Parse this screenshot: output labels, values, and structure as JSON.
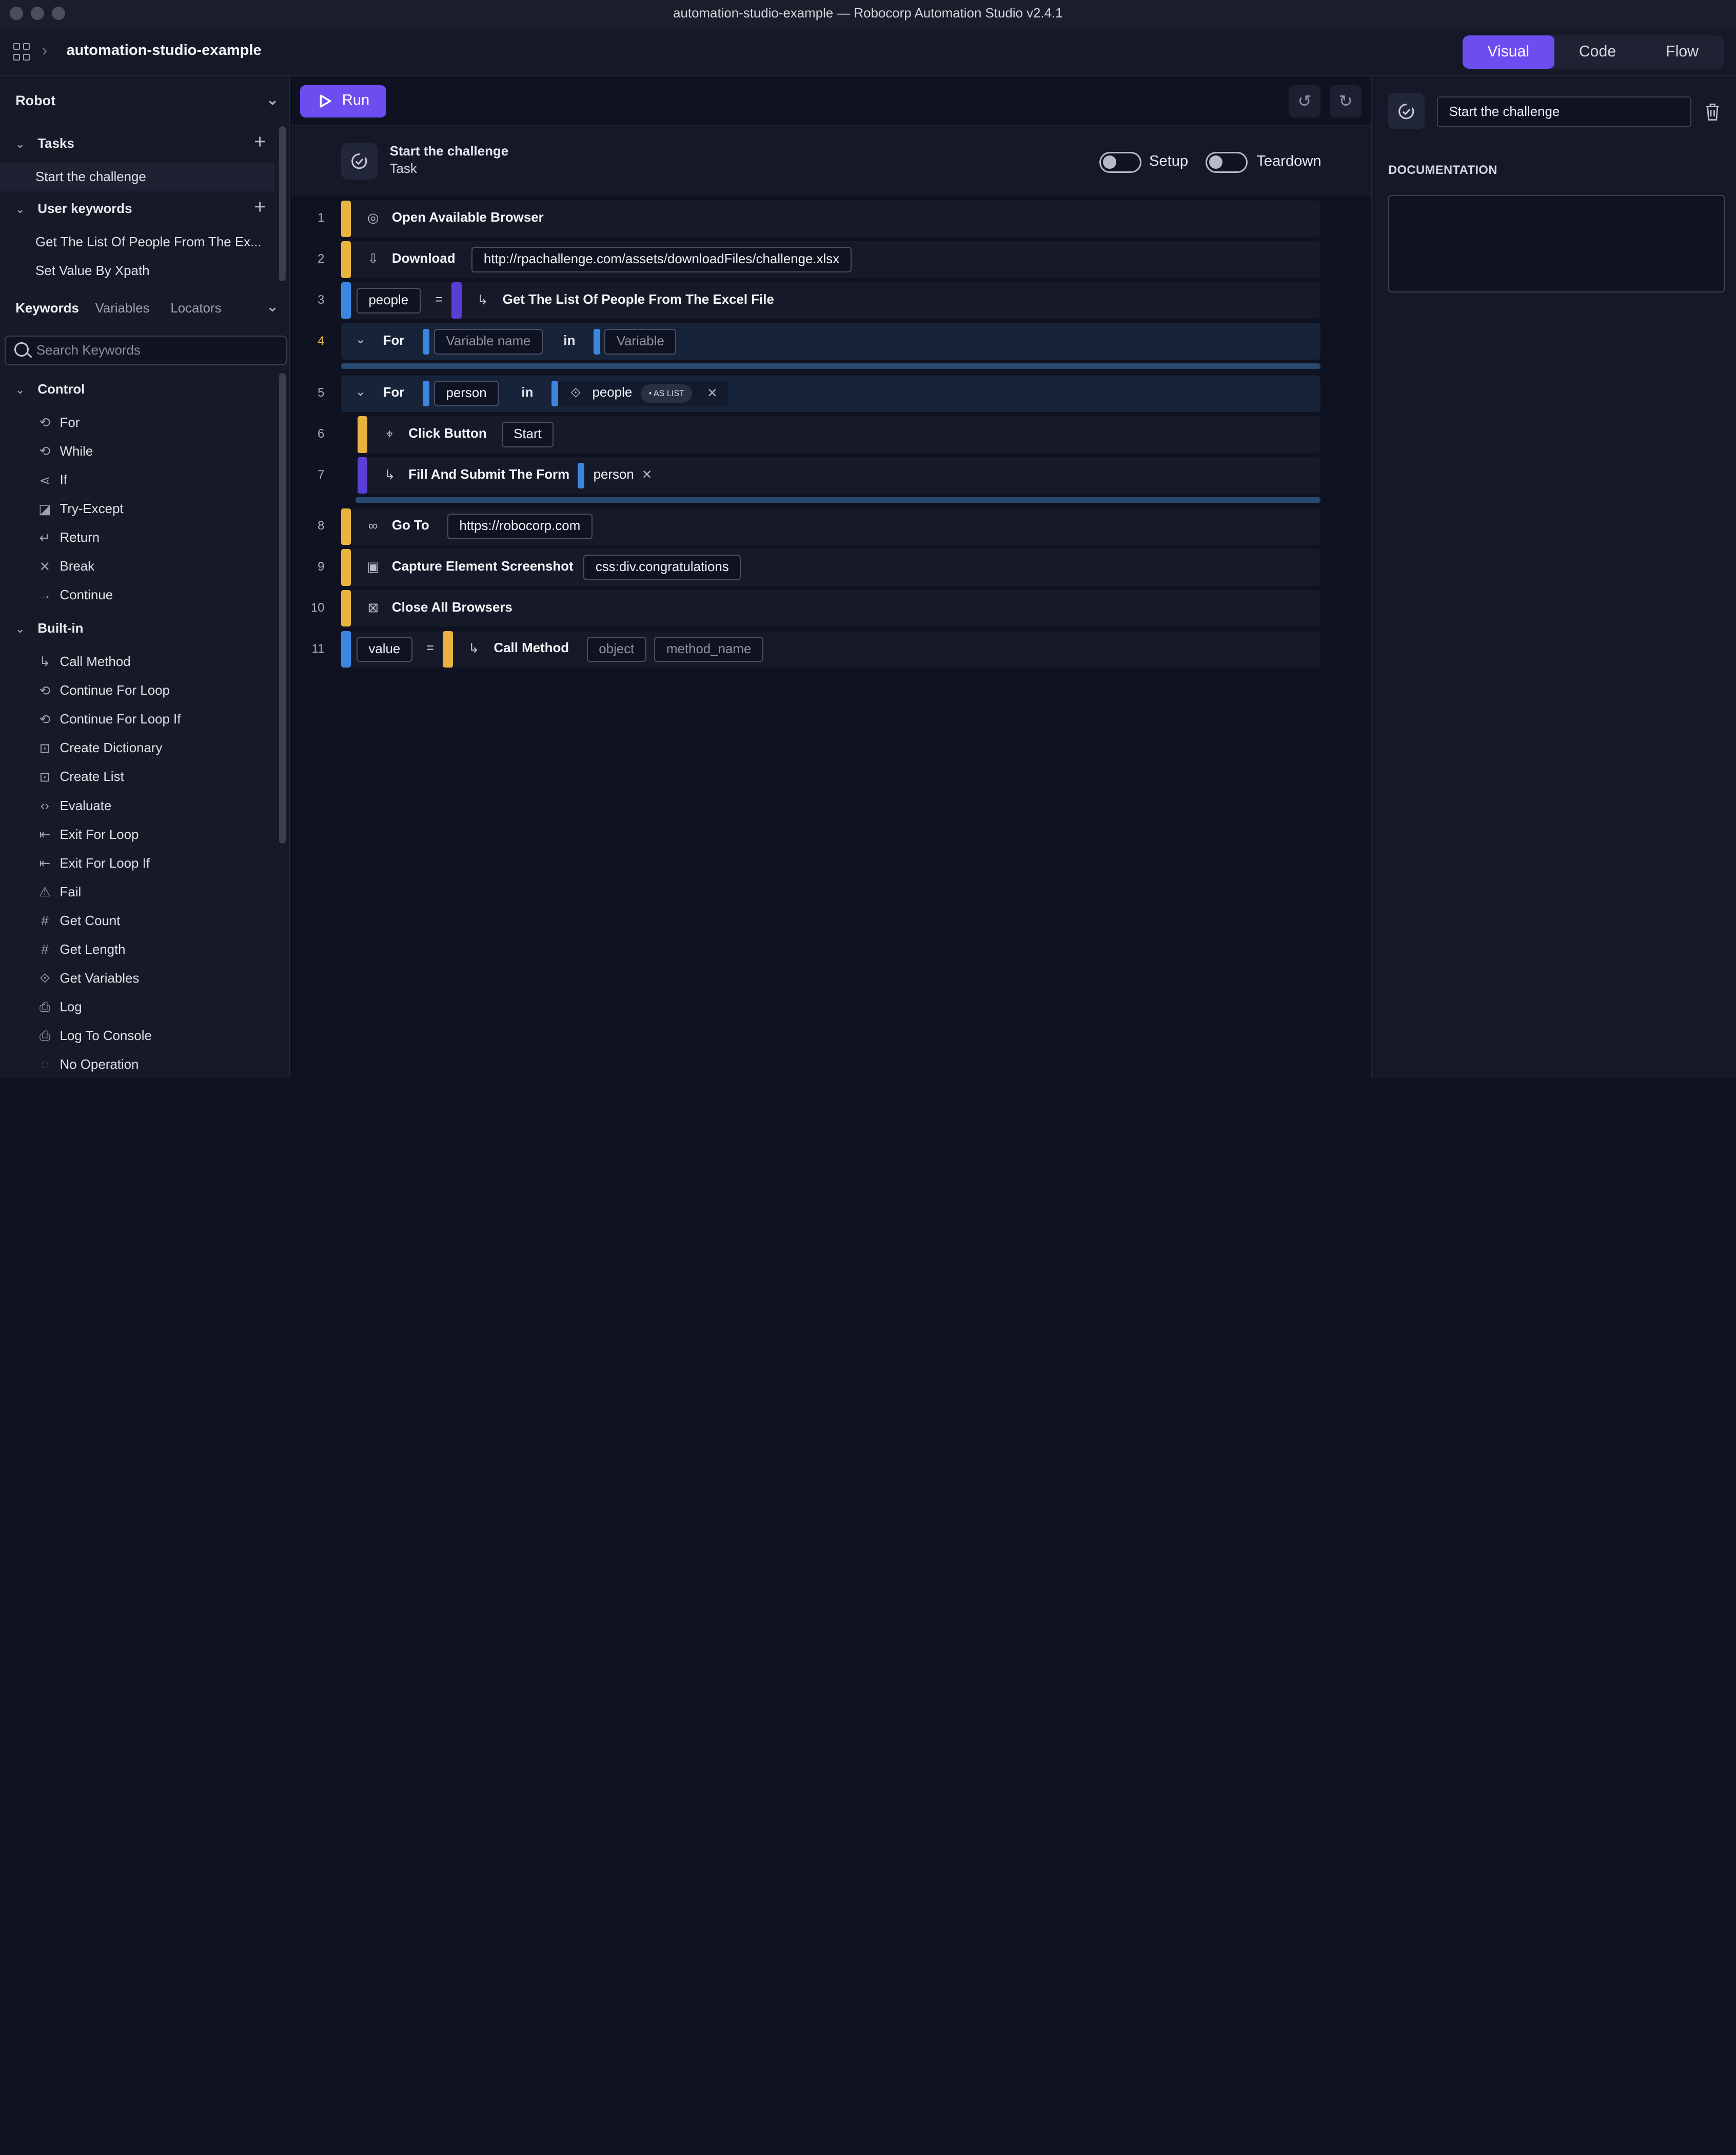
{
  "window": {
    "title": "automation-studio-example — Robocorp Automation Studio v2.4.1"
  },
  "header": {
    "project": "automation-studio-example",
    "view_tabs": [
      "Visual",
      "Code",
      "Flow"
    ],
    "active_tab": "Visual",
    "accent_color": "#6b4df0"
  },
  "sidebar": {
    "robot_label": "Robot",
    "tasks_label": "Tasks",
    "tasks": [
      "Start the challenge"
    ],
    "user_keywords_label": "User keywords",
    "user_keywords": [
      "Get The List Of People From The Ex...",
      "Set Value By Xpath"
    ],
    "tabs": [
      "Keywords",
      "Variables",
      "Locators"
    ],
    "search_placeholder": "Search Keywords",
    "control_label": "Control",
    "control_items": [
      {
        "label": "For",
        "icon": "loop-icon"
      },
      {
        "label": "While",
        "icon": "loop-icon"
      },
      {
        "label": "If",
        "icon": "branch-icon"
      },
      {
        "label": "Try-Except",
        "icon": "try-icon"
      },
      {
        "label": "Return",
        "icon": "return-icon"
      },
      {
        "label": "Break",
        "icon": "x-icon"
      },
      {
        "label": "Continue",
        "icon": "arrow-right-icon"
      }
    ],
    "builtin_label": "Built-in",
    "builtin_items": [
      {
        "label": "Call Method",
        "icon": "call-icon"
      },
      {
        "label": "Continue For Loop",
        "icon": "loop-icon"
      },
      {
        "label": "Continue For Loop If",
        "icon": "loop-icon"
      },
      {
        "label": "Create Dictionary",
        "icon": "dict-icon"
      },
      {
        "label": "Create List",
        "icon": "list-icon"
      },
      {
        "label": "Evaluate",
        "icon": "code-icon"
      },
      {
        "label": "Exit For Loop",
        "icon": "exit-icon"
      },
      {
        "label": "Exit For Loop If",
        "icon": "exit-icon"
      },
      {
        "label": "Fail",
        "icon": "warning-icon"
      },
      {
        "label": "Get Count",
        "icon": "hash-icon"
      },
      {
        "label": "Get Length",
        "icon": "hash-icon"
      },
      {
        "label": "Get Variables",
        "icon": "variable-icon"
      },
      {
        "label": "Log",
        "icon": "printer-icon"
      },
      {
        "label": "Log To Console",
        "icon": "printer-icon"
      },
      {
        "label": "No Operation",
        "icon": "noop-icon"
      }
    ]
  },
  "editor": {
    "run_label": "Run",
    "task_name": "Start the challenge",
    "task_kind": "Task",
    "setup_label": "Setup",
    "teardown_label": "Teardown",
    "steps": {
      "s1": {
        "no": "1",
        "keyword": "Open Available Browser"
      },
      "s2": {
        "no": "2",
        "keyword": "Download",
        "arg": "http://rpachallenge.com/assets/downloadFiles/challenge.xlsx"
      },
      "s3": {
        "no": "3",
        "var": "people",
        "eq": "=",
        "keyword": "Get The List Of People From The Excel File"
      },
      "s4": {
        "no": "4",
        "keyword": "For",
        "var_placeholder": "Variable name",
        "in": "in",
        "value_placeholder": "Variable"
      },
      "s5": {
        "no": "5",
        "keyword": "For",
        "var": "person",
        "in": "in",
        "value": "people",
        "badge": "AS LIST"
      },
      "s6": {
        "no": "6",
        "keyword": "Click Button",
        "arg": "Start"
      },
      "s7": {
        "no": "7",
        "keyword": "Fill And Submit The Form",
        "arg": "person"
      },
      "s8": {
        "no": "8",
        "keyword": "Go To",
        "arg": "https://robocorp.com"
      },
      "s9": {
        "no": "9",
        "keyword": "Capture Element Screenshot",
        "arg": "css:div.congratulations"
      },
      "s10": {
        "no": "10",
        "keyword": "Close All Browsers"
      },
      "s11": {
        "no": "11",
        "var": "value",
        "eq": "=",
        "keyword": "Call Method",
        "arg1_placeholder": "object",
        "arg2_placeholder": "method_name"
      }
    }
  },
  "right_panel": {
    "name_value": "Start the challenge",
    "documentation_label": "DOCUMENTATION",
    "documentation_value": ""
  }
}
